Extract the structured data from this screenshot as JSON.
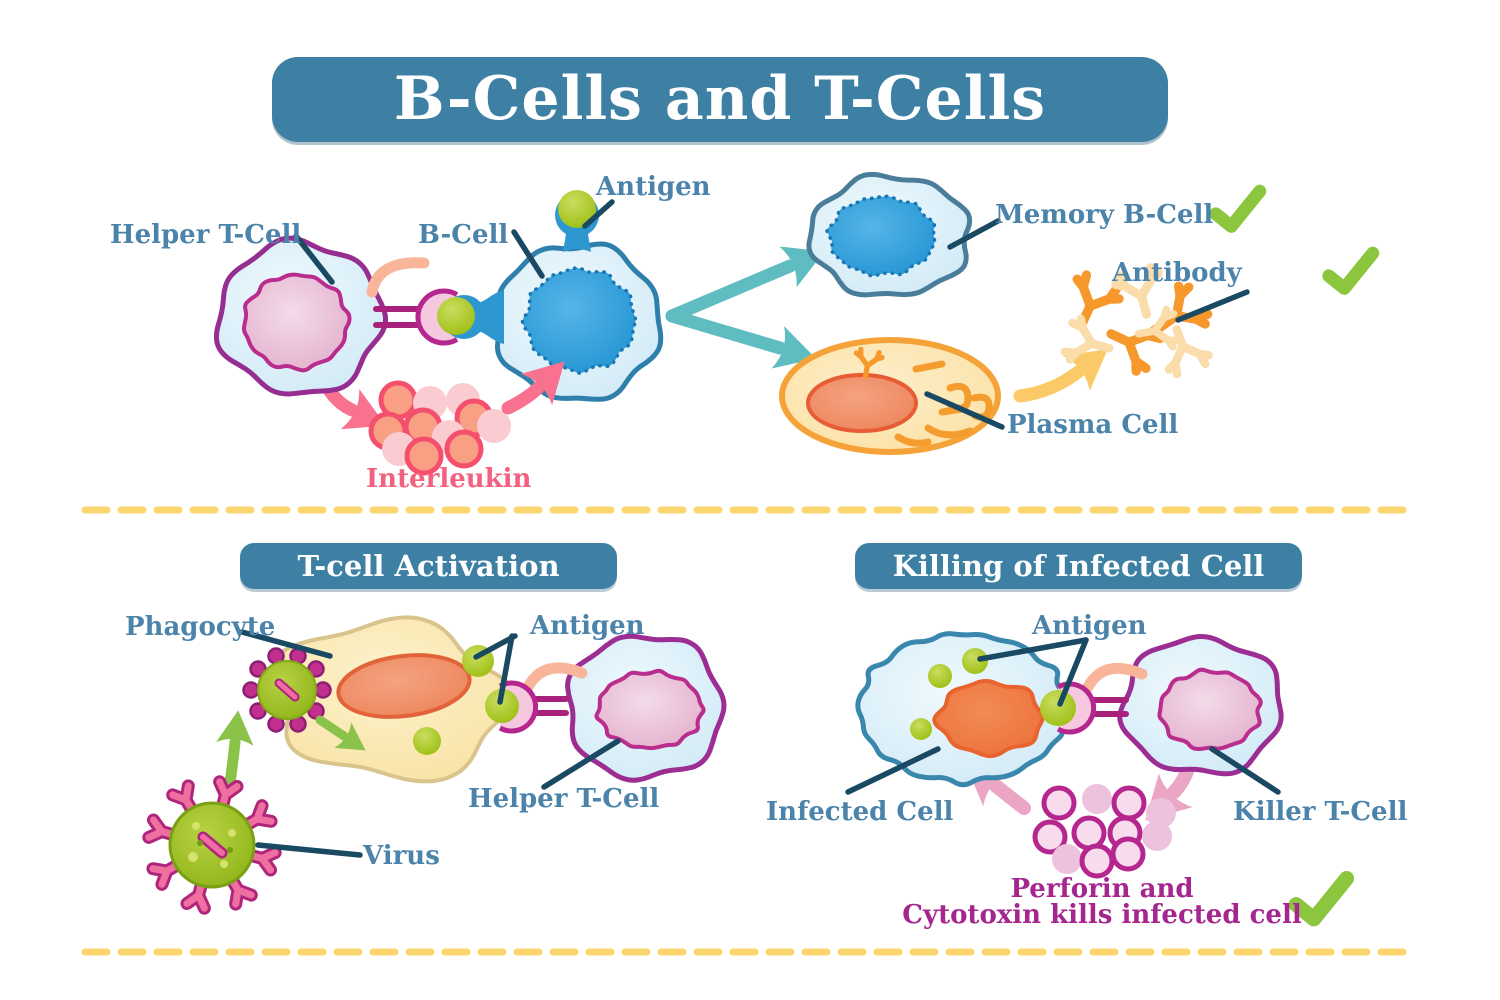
{
  "title": "B-Cells and T-Cells",
  "colors": {
    "banner_bg": "#3d80a4",
    "label_blue": "#4b83aa",
    "pointer_navy": "#1a4a63",
    "check_green": "#8cc63e",
    "caption_magenta": "#a5268e",
    "interleukin_pink": "#f4617e",
    "divider_yellow": "#fbd66e",
    "teal_arrow": "#5fbdc2",
    "pink_arrow": "#f8718f",
    "rose_arrow": "#eba6c6",
    "green_arrow": "#8bc24a",
    "antigen_green": "#9cbe12"
  },
  "sections": {
    "b_cells": {
      "labels": {
        "helper_t_cell": "Helper T-Cell",
        "b_cell": "B-Cell",
        "antigen": "Antigen",
        "interleukin": "Interleukin",
        "memory_b_cell": "Memory B-Cell",
        "antibody": "Antibody",
        "plasma_cell": "Plasma Cell"
      }
    },
    "t_cell_activation": {
      "header": "T-cell Activation",
      "labels": {
        "phagocyte": "Phagocyte",
        "antigen": "Antigen",
        "helper_t_cell": "Helper T-Cell",
        "virus": "Virus"
      }
    },
    "killing_of_infected_cell": {
      "header": "Killing of Infected Cell",
      "labels": {
        "antigen": "Antigen",
        "infected_cell": "Infected Cell",
        "killer_t_cell": "Killer T-Cell"
      },
      "caption_line1": "Perforin and",
      "caption_line2": "Cytotoxin kills infected cell"
    }
  }
}
